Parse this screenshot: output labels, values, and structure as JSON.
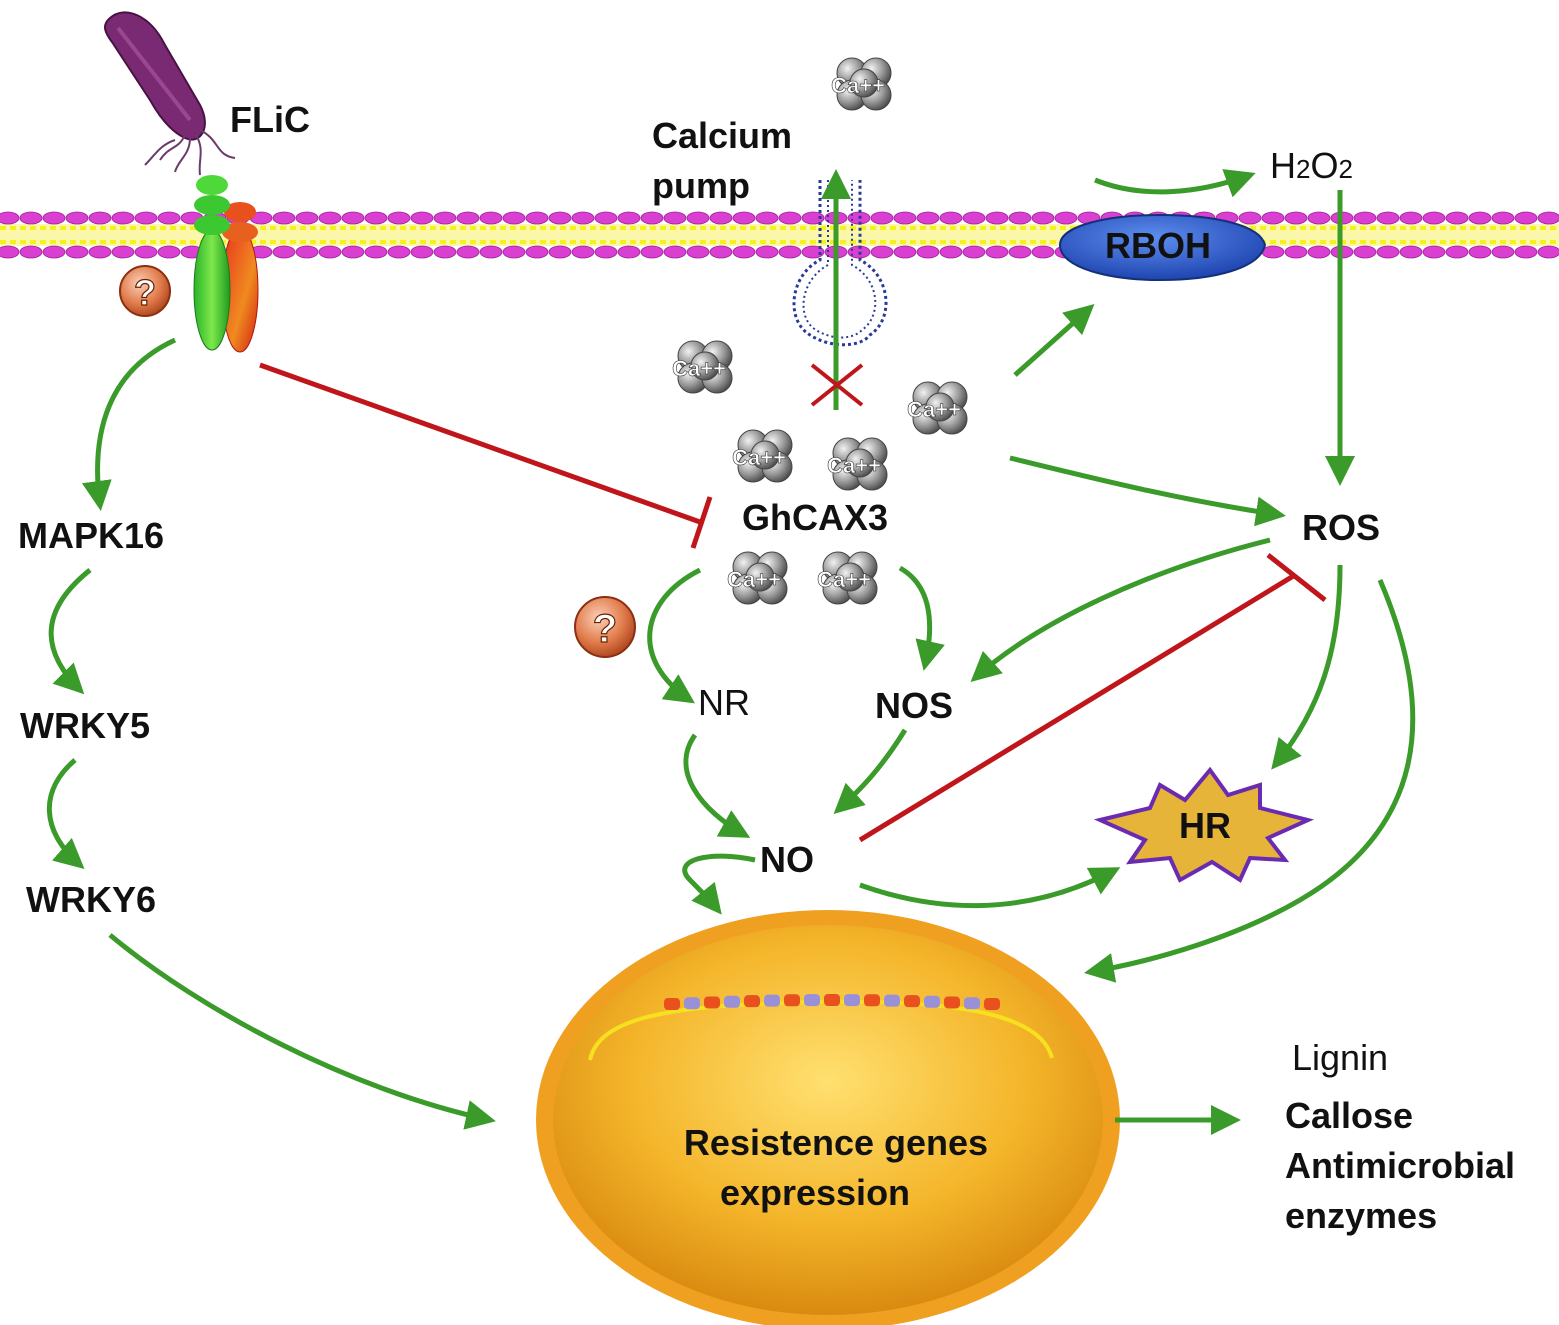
{
  "labels": {
    "flic": "FLiC",
    "calcium_pump_line1": "Calcium",
    "calcium_pump_line2": "pump",
    "h2o2": "H2O2",
    "rboh": "RBOH",
    "mapk16": "MAPK16",
    "wrky5": "WRKY5",
    "wrky6": "WRKY6",
    "ghcax3": "GhCAX3",
    "ros": "ROS",
    "nr": "NR",
    "nos": "NOS",
    "no": "NO",
    "hr": "HR",
    "nucleus_line1": "Resistence genes",
    "nucleus_line2": "expression",
    "lignin": "Lignin",
    "callose": "Callose",
    "antimicrobial": "Antimicrobial",
    "enzymes": "enzymes",
    "question_mark": "?",
    "calcium_ion": "Ca++"
  },
  "colors": {
    "activation_arrow": "#3a9a2a",
    "inhibition_line": "#c0161b",
    "membrane_head": "#d93fd0",
    "membrane_tail": "#f5f020",
    "rboh_fill": "#2f5fd0",
    "hr_fill": "#e7b43a",
    "hr_stroke": "#6b2bb0",
    "nucleus_fill": "#f0a92a",
    "nucleus_rim": "#f0a020",
    "bacterium": "#7a2a72"
  }
}
